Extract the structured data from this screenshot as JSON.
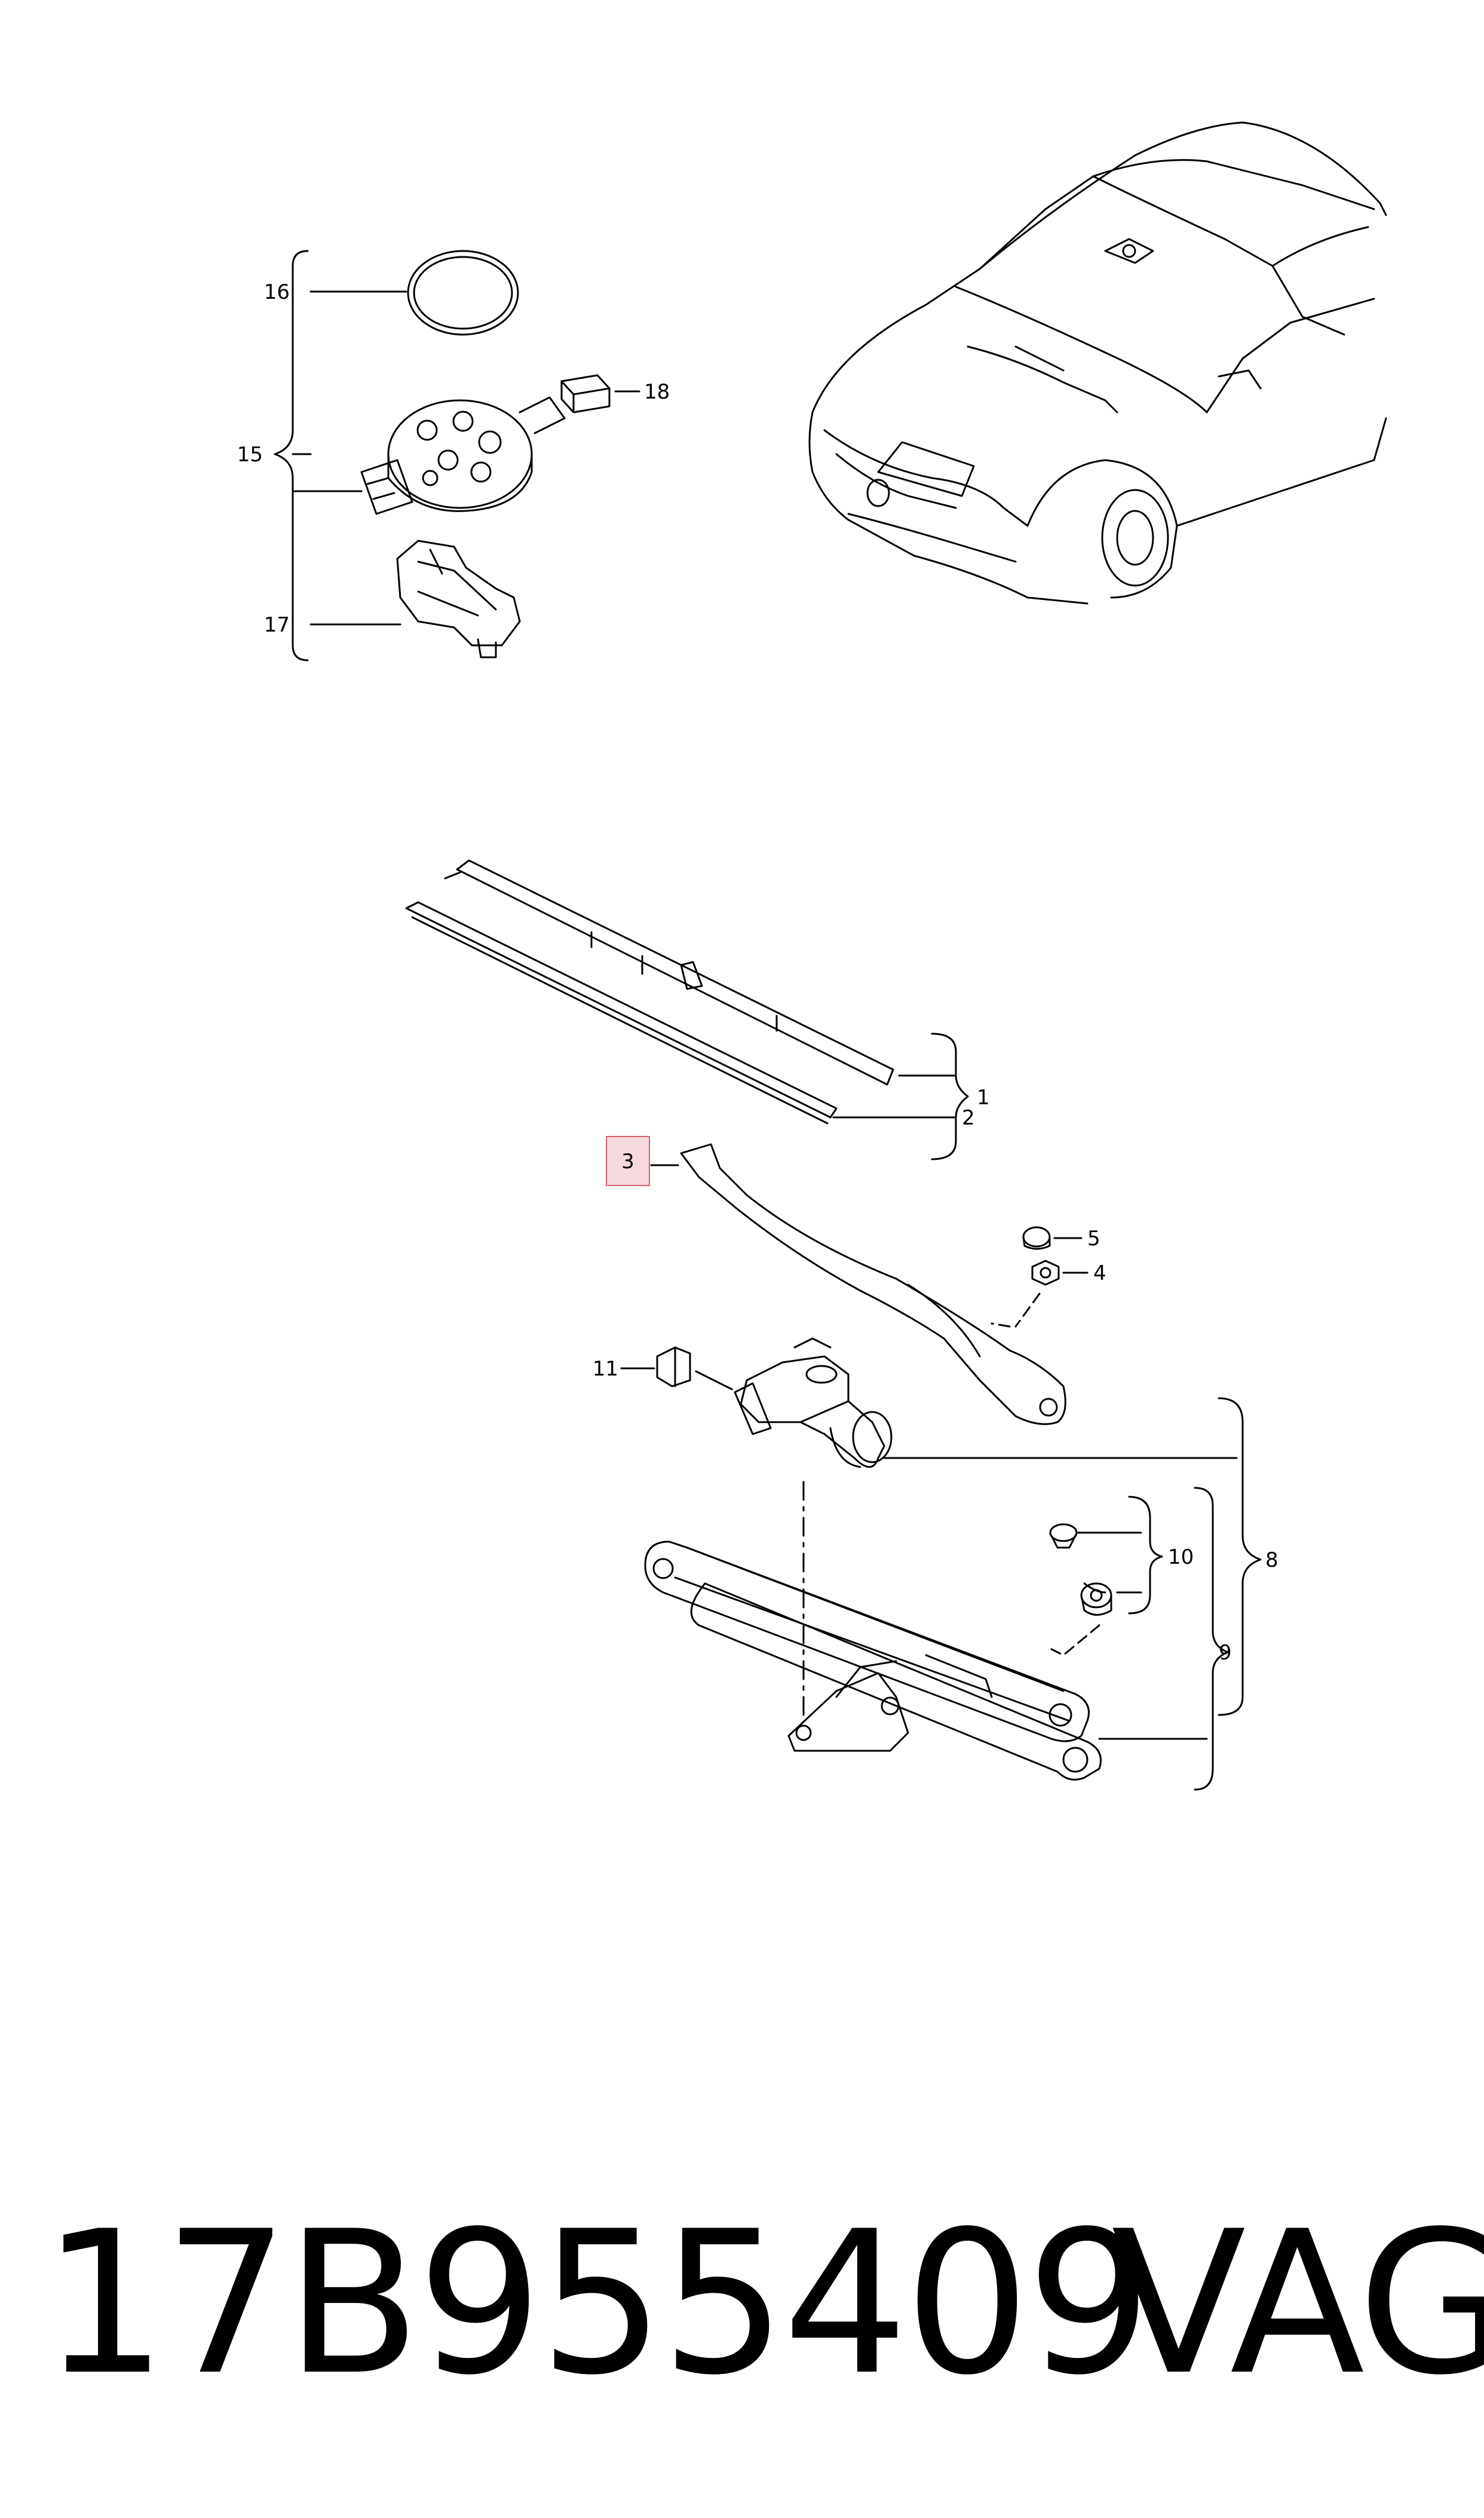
{
  "diagram": {
    "labels": {
      "c1": "1",
      "c2": "2",
      "c3": "3",
      "c4": "4",
      "c5": "5",
      "c8": "8",
      "c9": "9",
      "c10": "10",
      "c11": "11",
      "c15": "15",
      "c16": "16",
      "c17": "17",
      "c18": "18"
    },
    "highlighted_callout": "3",
    "highlight_color": "#f6d9de",
    "highlight_border": "#d9606f"
  },
  "footer": {
    "part_number": "17B955409",
    "brand": "VAG"
  }
}
